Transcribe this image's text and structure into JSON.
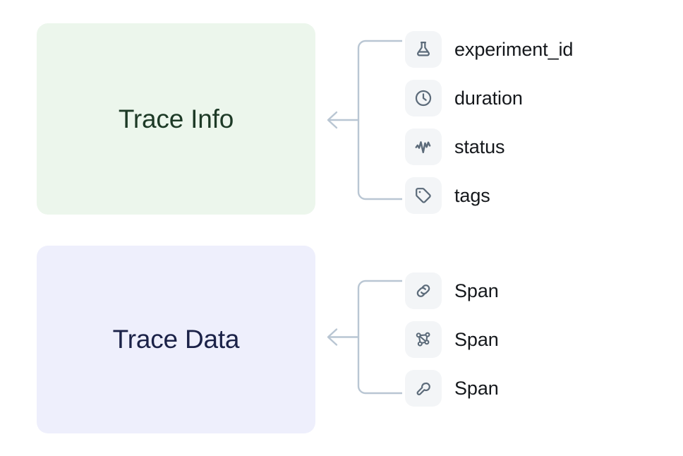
{
  "diagram": {
    "title_hidden": "",
    "background_color": "#ffffff",
    "connector_color": "#b9c6d3",
    "groups": [
      {
        "id": "trace-info",
        "label": "Trace Info",
        "fill_color": "#ecf6ec",
        "text_color": "#1d3a26",
        "items": [
          {
            "icon": "flask-icon",
            "label": "experiment_id"
          },
          {
            "icon": "clock-icon",
            "label": "duration"
          },
          {
            "icon": "activity-icon",
            "label": "status"
          },
          {
            "icon": "tag-icon",
            "label": "tags"
          }
        ]
      },
      {
        "id": "trace-data",
        "label": "Trace Data",
        "fill_color": "#eeeffc",
        "text_color": "#1b2248",
        "items": [
          {
            "icon": "link-icon",
            "label": "Span"
          },
          {
            "icon": "network-icon",
            "label": "Span"
          },
          {
            "icon": "wrench-icon",
            "label": "Span"
          }
        ]
      }
    ],
    "icon_tile": {
      "background_color": "#f3f5f7",
      "stroke_color": "#5c6b7a"
    }
  }
}
